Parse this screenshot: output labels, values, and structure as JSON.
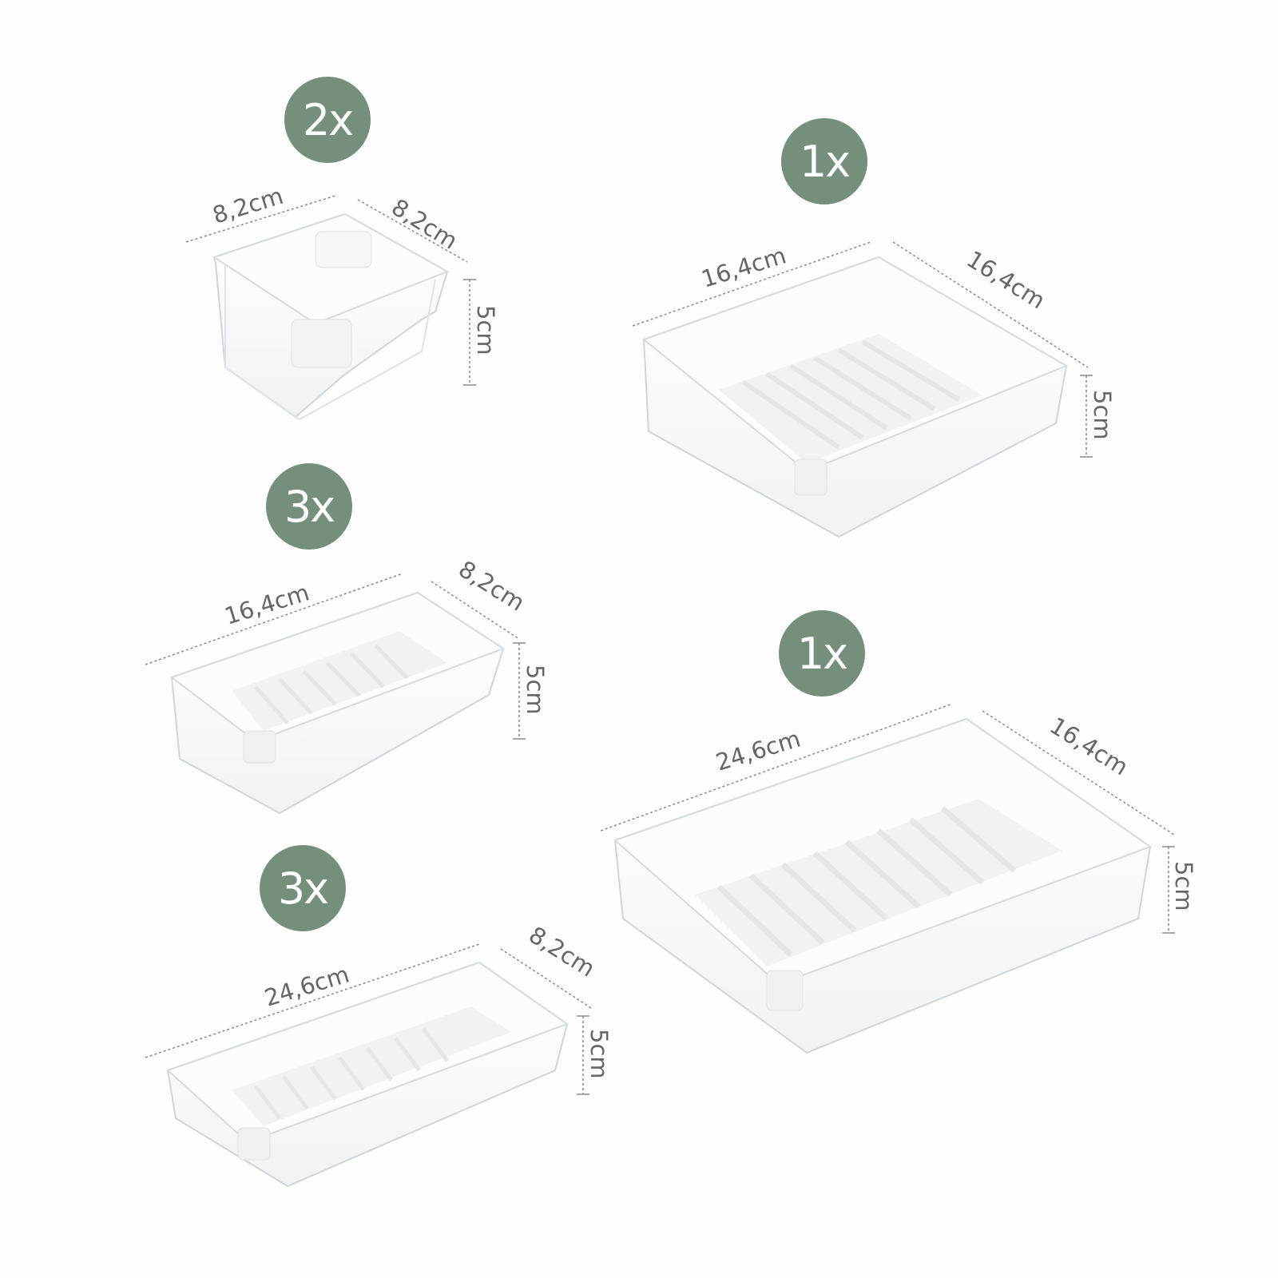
{
  "colors": {
    "badge": "#768f7c",
    "outline": "#cfd5da",
    "dimension_line": "#8a8a8a",
    "dimension_text": "#666666"
  },
  "organizers": [
    {
      "quantity": "2x",
      "width": "8,2cm",
      "depth": "8,2cm",
      "height": "5cm"
    },
    {
      "quantity": "1x",
      "width": "16,4cm",
      "depth": "16,4cm",
      "height": "5cm"
    },
    {
      "quantity": "3x",
      "width": "16,4cm",
      "depth": "8,2cm",
      "height": "5cm"
    },
    {
      "quantity": "1x",
      "width": "24,6cm",
      "depth": "16,4cm",
      "height": "5cm"
    },
    {
      "quantity": "3x",
      "width": "24,6cm",
      "depth": "8,2cm",
      "height": "5cm"
    }
  ]
}
